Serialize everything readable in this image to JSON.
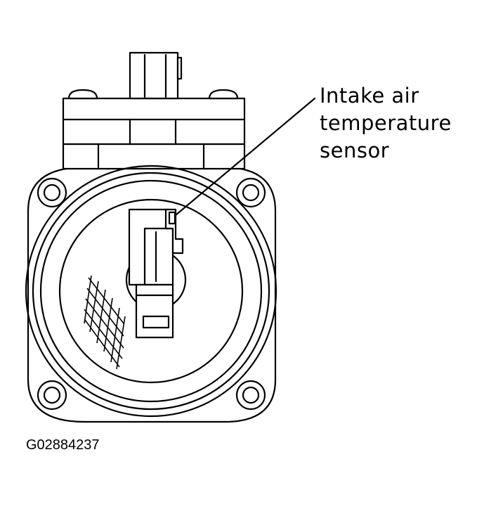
{
  "callout": {
    "lines": [
      "Intake air",
      "temperature",
      "sensor"
    ]
  },
  "figure_id": "G02884237",
  "colors": {
    "ink": "#000000",
    "paper": "#ffffff"
  }
}
